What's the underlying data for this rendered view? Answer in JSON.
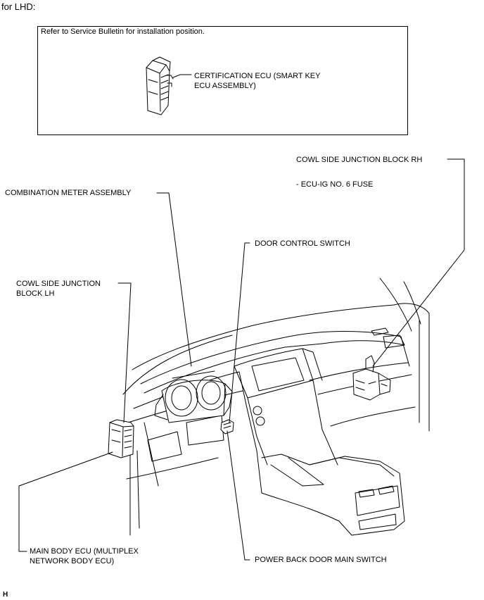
{
  "title": "for LHD:",
  "inset": {
    "note": "Refer to Service Bulletin for installation position.",
    "ecu_label_line1": "CERTIFICATION ECU (SMART KEY",
    "ecu_label_line2": "ECU ASSEMBLY)"
  },
  "labels": {
    "cowl_rh": "COWL SIDE JUNCTION BLOCK RH",
    "ecu_ig_fuse": "- ECU-IG NO. 6 FUSE",
    "combination_meter": "COMBINATION METER ASSEMBLY",
    "door_control": "DOOR CONTROL SWITCH",
    "cowl_lh_line1": "COWL SIDE JUNCTION",
    "cowl_lh_line2": "BLOCK LH",
    "main_body_line1": "MAIN BODY ECU (MULTIPLEX",
    "main_body_line2": "NETWORK BODY ECU)",
    "power_back_door": "POWER BACK DOOR MAIN SWITCH"
  },
  "corner_mark": "H"
}
